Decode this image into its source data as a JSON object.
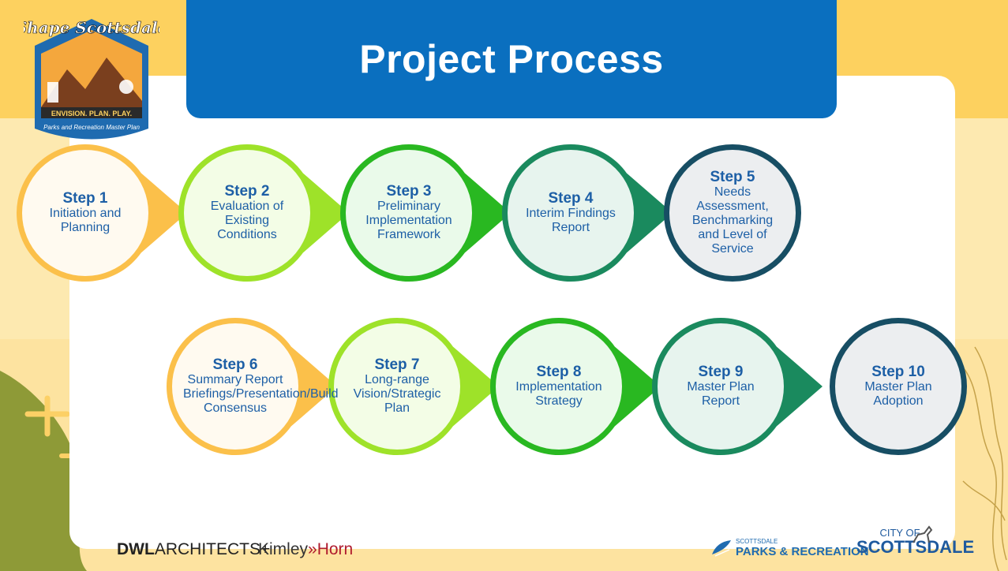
{
  "title": "Project Process",
  "logo": {
    "top_text": "Shape Scottsdale",
    "tagline": "ENVISION. PLAN. PLAY.",
    "subtitle": "Parks and Recreation Master Plan"
  },
  "steps": [
    {
      "label": "Step 1",
      "text": "Initiation and Planning",
      "color": "#fbc04a",
      "fill": "#fffaf0"
    },
    {
      "label": "Step 2",
      "text": "Evaluation of Existing Conditions",
      "color": "#9ee229",
      "fill": "#f3fde6"
    },
    {
      "label": "Step 3",
      "text": "Preliminary Implementation Framework",
      "color": "#29b821",
      "fill": "#eafaea"
    },
    {
      "label": "Step 4",
      "text": "Interim Findings Report",
      "color": "#1a8a5e",
      "fill": "#e7f4ee"
    },
    {
      "label": "Step 5",
      "text": "Needs Assessment, Benchmarking and Level of Service",
      "color": "#174e64",
      "fill": "#eceef0"
    },
    {
      "label": "Step 6",
      "text": "Summary Report Briefings/Presentation/Build Consensus",
      "color": "#fbc04a",
      "fill": "#fffaf0"
    },
    {
      "label": "Step 7",
      "text": "Long-range Vision/Strategic Plan",
      "color": "#9ee229",
      "fill": "#f3fde6"
    },
    {
      "label": "Step 8",
      "text": "Implementation Strategy",
      "color": "#29b821",
      "fill": "#eafaea"
    },
    {
      "label": "Step 9",
      "text": "Master Plan Report",
      "color": "#1a8a5e",
      "fill": "#e7f4ee"
    },
    {
      "label": "Step 10",
      "text": "Master Plan Adoption",
      "color": "#174e64",
      "fill": "#eceef0"
    }
  ],
  "footer": {
    "dwl_bold": "DWL",
    "dwl_rest": "ARCHITECTS+",
    "kimley": "Kimley",
    "horn": "Horn",
    "parks_small": "SCOTTSDALE",
    "parks_big": "PARKS & RECREATION",
    "city_small": "CITY OF",
    "city_big": "SCOTTSDALE"
  },
  "colors": {
    "banner": "#0a6fbf",
    "step_text": "#1d5fa6",
    "background": "#fde6a6",
    "panel": "#ffffff"
  }
}
